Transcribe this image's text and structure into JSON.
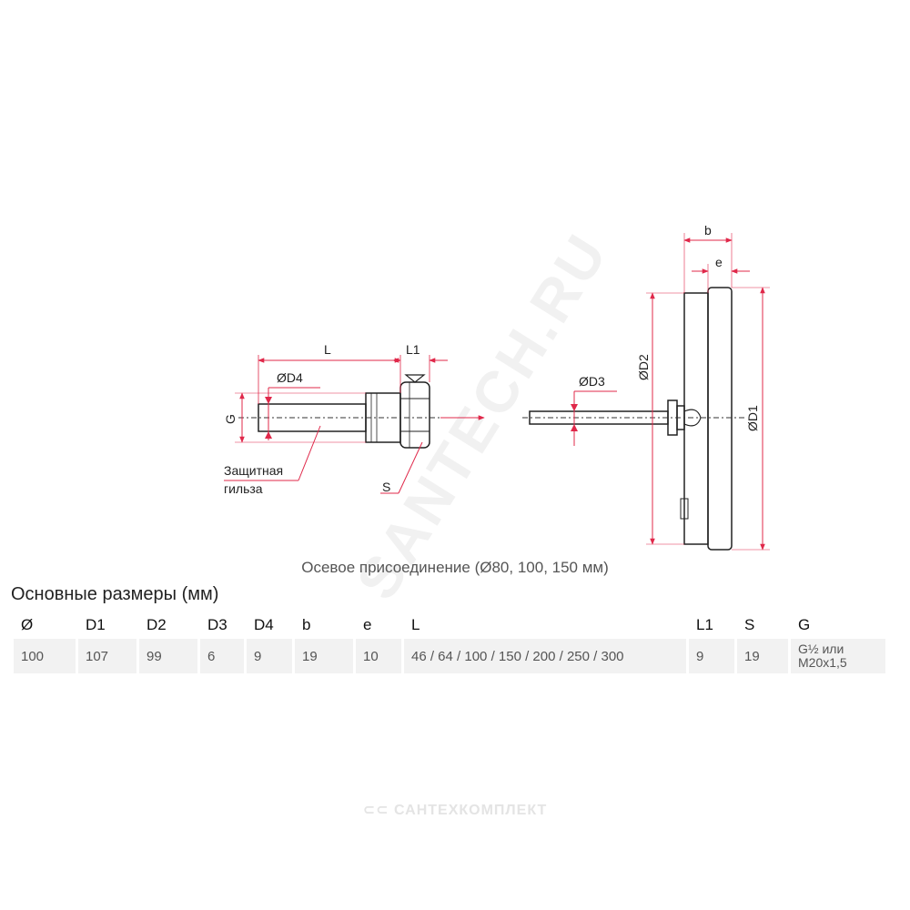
{
  "labels": {
    "L": "L",
    "L1": "L1",
    "D4": "ØD4",
    "G": "G",
    "sleeve": [
      "Защитная",
      "гильза"
    ],
    "S": "S",
    "D3": "ØD3",
    "D2": "ØD2",
    "D1": "ØD1",
    "b": "b",
    "e": "e"
  },
  "caption": "Осевое присоединение (Ø80, 100, 150 мм)",
  "table": {
    "title": "Основные размеры (мм)",
    "headers": [
      "Ø",
      "D1",
      "D2",
      "D3",
      "D4",
      "b",
      "e",
      "L",
      "L1",
      "S",
      "G"
    ],
    "values": [
      "100",
      "107",
      "99",
      "6",
      "9",
      "19",
      "10",
      "46 / 64 / 100 / 150 / 200 / 250 / 300",
      "9",
      "19",
      "G½ или M20x1,5"
    ]
  },
  "watermark": {
    "diagonal": "SANTECH.RU",
    "footer": "⊂⊂ САНТЕХКОМПЛЕКТ"
  },
  "colors": {
    "dimension": "#e0284a",
    "outline": "#222222",
    "centerline": "#333333",
    "cell_bg": "#f2f2f2"
  }
}
